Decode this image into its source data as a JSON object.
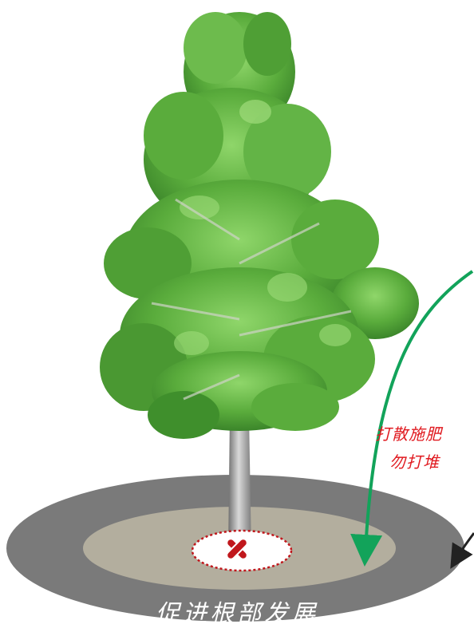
{
  "annotations": {
    "line1": "打散施肥",
    "line2": "勿打堆"
  },
  "caption": "促进根部发展",
  "colors": {
    "outer_ring": "#7a7a7a",
    "inner_ring": "#b3ae9e",
    "trunk_zone": "#ffffff",
    "trunk_zone_border": "#c0171c",
    "forbid_mark": "#c0171c",
    "arrow": "#12a35a",
    "annotation_text": "#e0191f",
    "caption_text": "#ffffff",
    "foliage_dark": "#3f8f2c",
    "foliage_light": "#7cc95a"
  },
  "icons": {
    "forbid_mark": "x-mark-icon",
    "arrow": "curved-arrow-icon"
  }
}
